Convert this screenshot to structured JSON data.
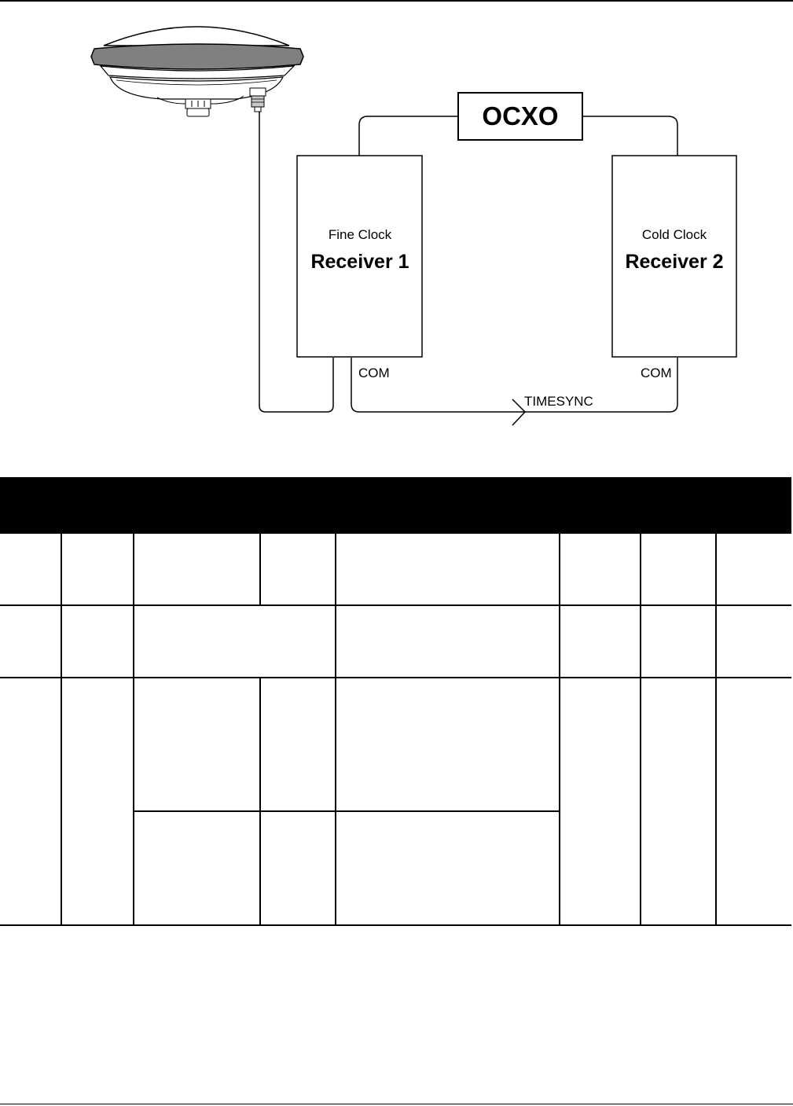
{
  "diagram": {
    "antenna_icon": "gnss-antenna-icon",
    "ocxo_label": "OCXO",
    "receiver1": {
      "subtitle": "Fine Clock",
      "title": "Receiver 1",
      "port": "COM"
    },
    "receiver2": {
      "subtitle": "Cold Clock",
      "title": "Receiver 2",
      "port": "COM"
    },
    "link_label": "TIMESYNC"
  },
  "table": {
    "header": "",
    "rows": [
      [
        "",
        "",
        "",
        "",
        "",
        "",
        "",
        ""
      ],
      [
        "",
        "",
        "",
        "",
        "",
        "",
        ""
      ],
      [
        "",
        "",
        "",
        "",
        "",
        "",
        "",
        ""
      ],
      [
        "",
        "",
        ""
      ]
    ]
  }
}
